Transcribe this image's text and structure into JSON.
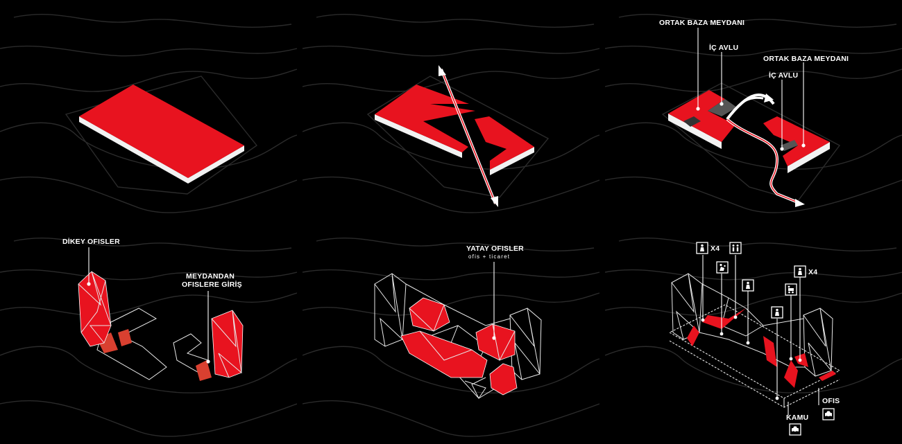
{
  "panels": [
    {
      "id": "p1",
      "labels": []
    },
    {
      "id": "p2",
      "labels": []
    },
    {
      "id": "p3",
      "labels": [
        {
          "text": "ORTAK BAZA MEYDANI"
        },
        {
          "text": "İÇ AVLU"
        },
        {
          "text": "ORTAK BAZA MEYDANI"
        },
        {
          "text": "İÇ AVLU"
        }
      ]
    },
    {
      "id": "p4",
      "labels": [
        {
          "text": "DİKEY OFISLER"
        },
        {
          "text": "MEYDANDAN"
        },
        {
          "text": "OFISLERE GİRİŞ"
        }
      ]
    },
    {
      "id": "p5",
      "labels": [
        {
          "text": "YATAY OFISLER"
        },
        {
          "text": "ofis + ticaret"
        }
      ]
    },
    {
      "id": "p6",
      "labels": [
        {
          "text": "X4"
        },
        {
          "text": "X4"
        },
        {
          "text": "OFIS"
        },
        {
          "text": "KAMU"
        }
      ]
    }
  ],
  "icons": [
    "restroom-icon",
    "family-icon",
    "childcare-icon",
    "restroom-icon",
    "restroom-icon",
    "restroom-icon",
    "stroller-icon",
    "car-icon",
    "car-icon"
  ],
  "colors": {
    "background": "#000000",
    "accent": "#e8131f",
    "line": "#ffffff",
    "contour": "#2b2b2b"
  }
}
